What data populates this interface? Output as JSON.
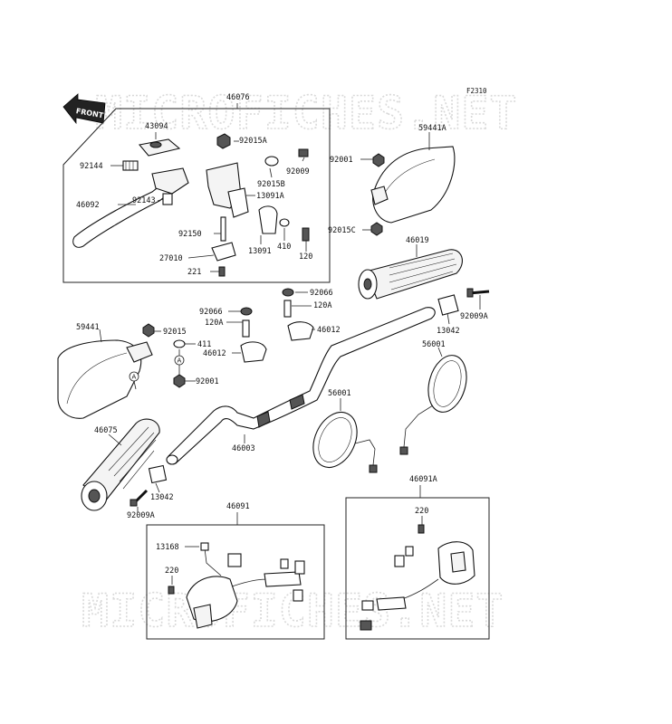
{
  "figure_code": "F2310",
  "watermark": "MICROFICHES.NET",
  "front_label": "FRONT",
  "ref_marker": "A",
  "labels": {
    "p46076": "46076",
    "p43094": "43094",
    "p92015A": "92015A",
    "p92144": "92144",
    "p92009": "92009",
    "p92015B": "92015B",
    "p46092": "46092",
    "p92143": "92143",
    "p13091A": "13091A",
    "p92150": "92150",
    "p13091": "13091",
    "p410": "410",
    "p120": "120",
    "p27010": "27010",
    "p221": "221",
    "p92001a": "92001",
    "p59441A": "59441A",
    "p92015C": "92015C",
    "p46019": "46019",
    "p92066a": "92066",
    "p120Aa": "120A",
    "p46012a": "46012",
    "p92009A_r": "92009A",
    "p13042_r": "13042",
    "p59441": "59441",
    "p92066b": "92066",
    "p120Ab": "120A",
    "p92015": "92015",
    "p411": "411",
    "p46012b": "46012",
    "p92001b": "92001",
    "p56001a": "56001",
    "p56001b": "56001",
    "p46075": "46075",
    "p46003": "46003",
    "p13042_l": "13042",
    "p92009A_l": "92009A",
    "p46091": "46091",
    "p46091A": "46091A",
    "p13168": "13168",
    "p220a": "220",
    "p220b": "220"
  }
}
